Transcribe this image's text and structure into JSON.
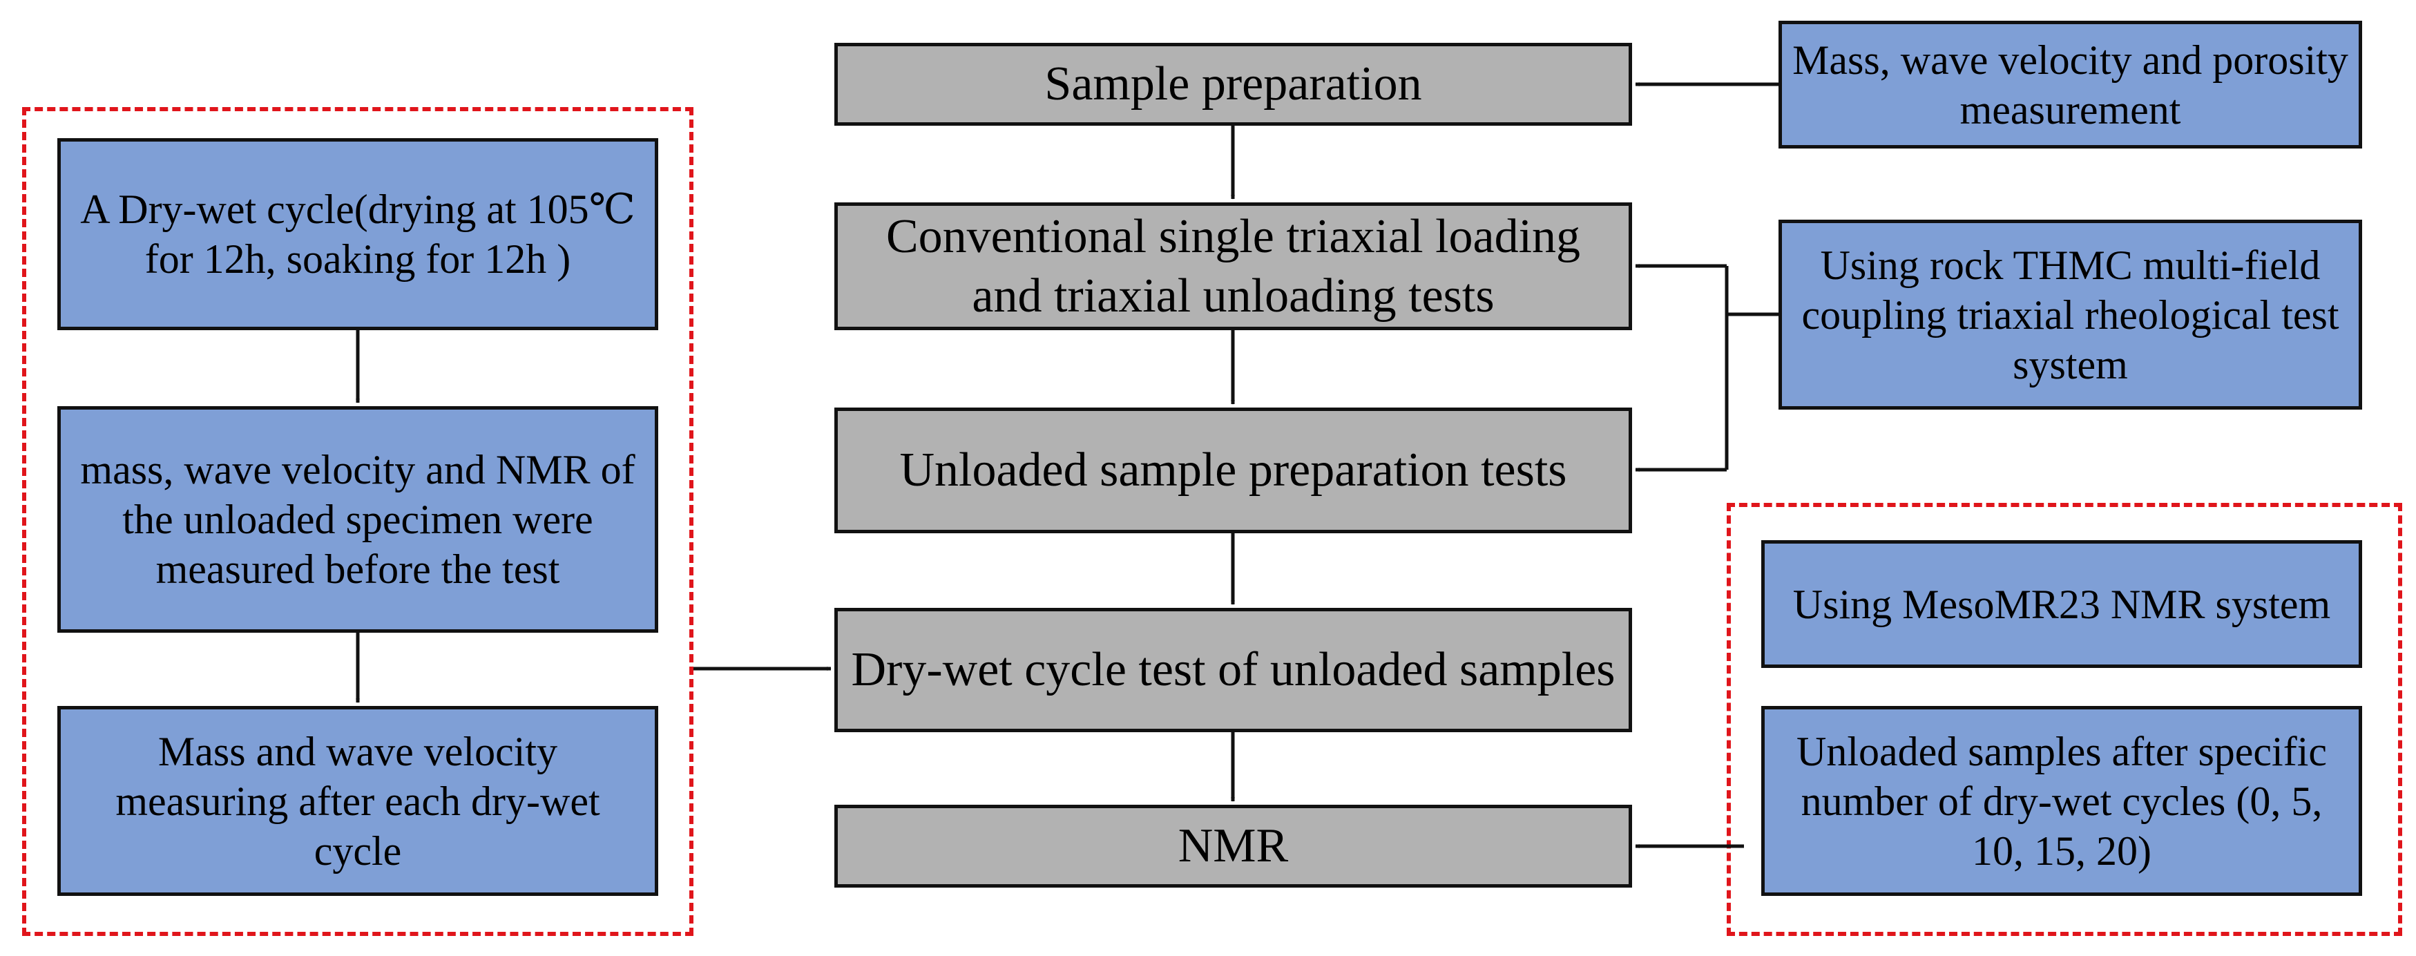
{
  "main_flow": [
    {
      "id": "sample-preparation",
      "text": "Sample preparation"
    },
    {
      "id": "conventional-tests",
      "text": "Conventional single triaxial loading and triaxial unloading tests"
    },
    {
      "id": "unloaded-sample-prep",
      "text": "Unloaded sample preparation tests"
    },
    {
      "id": "dry-wet-cycle-test",
      "text": "Dry-wet cycle test of unloaded samples"
    },
    {
      "id": "nmr",
      "text": "NMR"
    }
  ],
  "left_group": [
    {
      "id": "dry-wet-cycle-definition",
      "text": "A Dry-wet cycle(drying at 105℃ for 12h, soaking for 12h )"
    },
    {
      "id": "pre-test-measurement",
      "text": "mass, wave velocity and NMR of the unloaded specimen were measured before the test"
    },
    {
      "id": "per-cycle-measurement",
      "text": "Mass and wave velocity measuring after each dry-wet cycle"
    }
  ],
  "right_top": [
    {
      "id": "mass-wave-porosity",
      "text": "Mass, wave velocity and porosity measurement"
    },
    {
      "id": "thmc-system",
      "text": "Using rock THMC multi-field coupling triaxial rheological test system"
    }
  ],
  "right_group": [
    {
      "id": "mesomr23-system",
      "text": "Using MesoMR23 NMR system"
    },
    {
      "id": "cycle-samples",
      "text": "Unloaded samples after specific number of dry-wet cycles (0, 5, 10, 15, 20)"
    }
  ],
  "colors": {
    "blue_box": "#7f9fd6",
    "gray_box": "#b2b2b2",
    "dashed_border": "#e0151b",
    "line": "#111111"
  }
}
